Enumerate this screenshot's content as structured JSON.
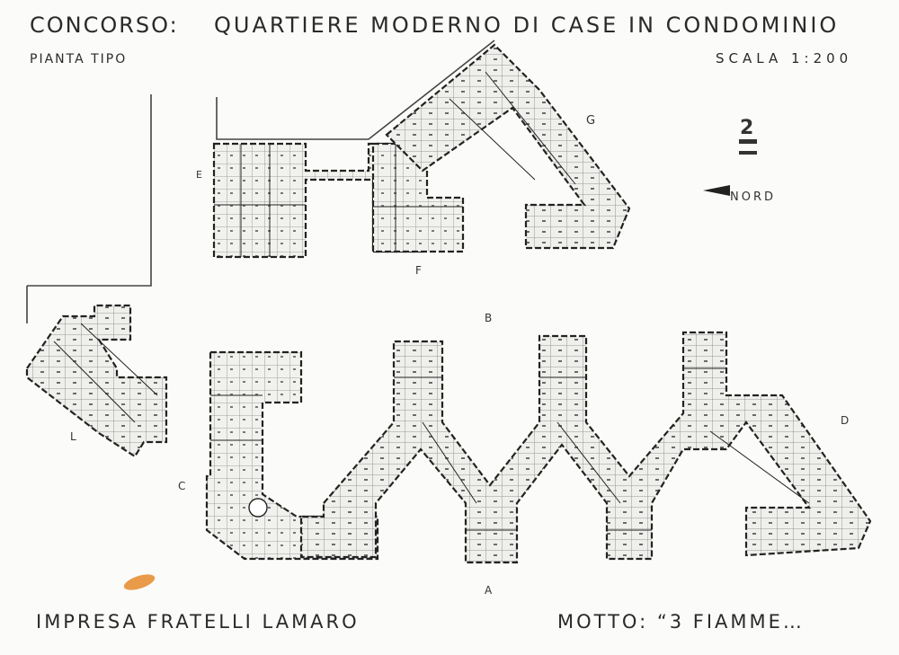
{
  "header": {
    "concorso": "CONCORSO:",
    "project_title": "QUARTIERE  MODERNO DI  CASE IN CONDOMINIO",
    "subtitle": "PIANTA TIPO",
    "scale": "SCALA  1:200"
  },
  "plan": {
    "north_label": "NORD",
    "sheet_number": "2",
    "block_labels": {
      "A": "A",
      "B": "B",
      "C": "C",
      "D": "D",
      "E": "E",
      "F": "F",
      "G": "G",
      "L": "L"
    }
  },
  "footer": {
    "company": "IMPRESA  FRATELLI   LAMARO",
    "motto": "MOTTO:   “3 FIAMME…"
  },
  "colors": {
    "paper": "#fbfbf9",
    "ink": "#2a2a2a",
    "stain": "#e58a2a"
  }
}
